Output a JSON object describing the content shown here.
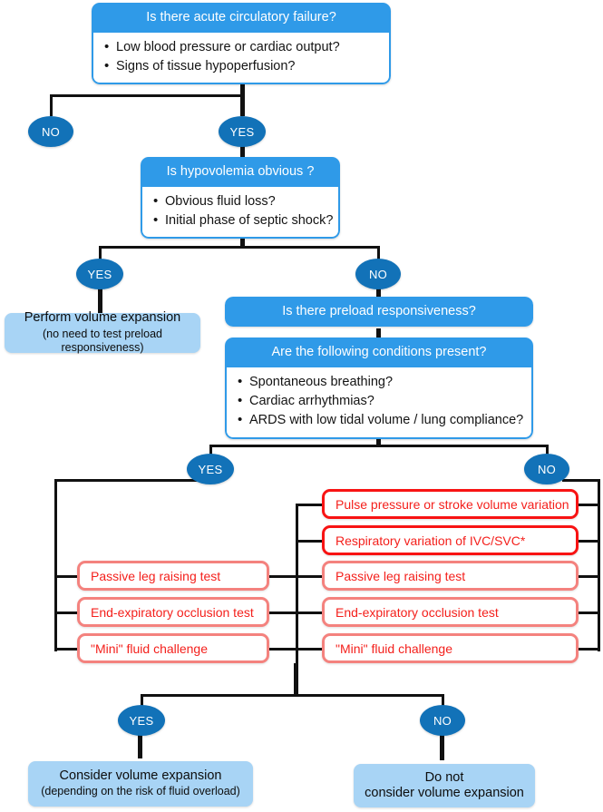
{
  "diagram": {
    "title": "Fluid responsiveness decision flowchart",
    "colors": {
      "header_blue": "#2f9ae8",
      "oval_blue": "#1272b8",
      "outcome_light_blue": "#a8d4f5",
      "red_bold": "#f81313",
      "red_light": "#f4827e",
      "text_red": "#f4201c",
      "line_black": "#111111"
    }
  },
  "q1": {
    "header": "Is there acute circulatory failure?",
    "items": [
      "Low blood pressure or cardiac output?",
      "Signs of tissue hypoperfusion?"
    ]
  },
  "q2": {
    "header": "Is hypovolemia obvious ?",
    "items": [
      "Obvious fluid loss?",
      "Initial phase of septic shock?"
    ]
  },
  "q3": {
    "header": "Is there preload responsiveness?"
  },
  "q4": {
    "header": "Are the following conditions present?",
    "items": [
      "Spontaneous breathing?",
      "Cardiac arrhythmias?",
      "ARDS with low tidal volume / lung compliance?"
    ]
  },
  "labels": {
    "no1": "NO",
    "yes1": "YES",
    "yes2": "YES",
    "no2": "NO",
    "yes3": "YES",
    "no3": "NO",
    "yes4": "YES",
    "no4": "NO"
  },
  "outcomes": {
    "perform": {
      "line1": "Perform volume expansion",
      "line2": "(no need to test preload responsiveness)"
    },
    "consider": {
      "line1": "Consider volume expansion",
      "line2": "(depending on the risk of fluid overload)"
    },
    "donot": {
      "line1": "Do not",
      "line2": "consider volume expansion"
    }
  },
  "tests_left": [
    {
      "label": "Passive leg raising test",
      "style": "light"
    },
    {
      "label": "End-expiratory occlusion test",
      "style": "light"
    },
    {
      "label": "\"Mini\" fluid challenge",
      "style": "light"
    }
  ],
  "tests_right": [
    {
      "label": "Pulse pressure or stroke volume variation",
      "style": "bold"
    },
    {
      "label": "Respiratory variation of IVC/SVC*",
      "style": "bold"
    },
    {
      "label": "Passive leg raising test",
      "style": "light"
    },
    {
      "label": "End-expiratory occlusion test",
      "style": "light"
    },
    {
      "label": "\"Mini\" fluid challenge",
      "style": "light"
    }
  ]
}
